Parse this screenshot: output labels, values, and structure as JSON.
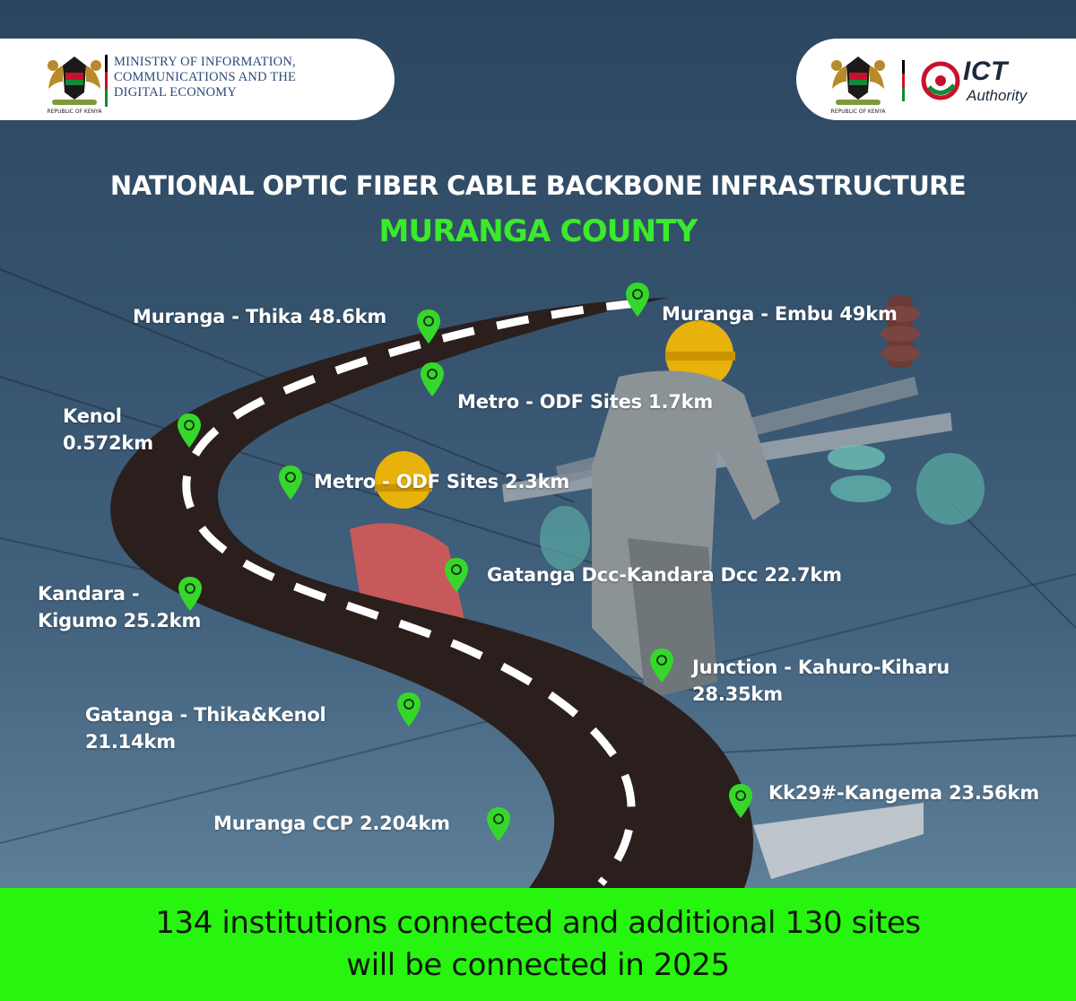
{
  "header": {
    "left": {
      "crest_caption": "REPUBLIC OF KENYA",
      "ministry_lines": [
        "MINISTRY OF INFORMATION,",
        "COMMUNICATIONS AND THE",
        "DIGITAL ECONOMY"
      ]
    },
    "right": {
      "crest_caption": "REPUBLIC OF KENYA",
      "logo_name": "ICT",
      "logo_sub": "Authority"
    }
  },
  "title": "NATIONAL OPTIC FIBER CABLE BACKBONE INFRASTRUCTURE",
  "subtitle": "MURANGA COUNTY",
  "routes": [
    {
      "lines": [
        "Muranga - Thika 48.6km"
      ]
    },
    {
      "lines": [
        "Muranga - Embu 49km"
      ]
    },
    {
      "lines": [
        "Metro - ODF Sites 1.7km"
      ]
    },
    {
      "lines": [
        "Kenol",
        "0.572km"
      ]
    },
    {
      "lines": [
        "Metro - ODF Sites 2.3km"
      ]
    },
    {
      "lines": [
        "Gatanga Dcc-Kandara Dcc 22.7km"
      ]
    },
    {
      "lines": [
        "Kandara -",
        "Kigumo 25.2km"
      ]
    },
    {
      "lines": [
        "Junction - Kahuro-Kiharu",
        "28.35km"
      ]
    },
    {
      "lines": [
        "Gatanga - Thika&Kenol",
        "21.14km"
      ]
    },
    {
      "lines": [
        "Kk29#-Kangema 23.56km"
      ]
    },
    {
      "lines": [
        "Muranga CCP 2.204km"
      ]
    }
  ],
  "footer": {
    "line1": "134 institutions connected and additional 130 sites",
    "line2": "will be connected in 2025"
  },
  "colors": {
    "accent_green": "#3bea2a",
    "footer_bg": "#28f50f",
    "road": "#2a1f1c",
    "pin": "#35d82a",
    "sky": "#35526d"
  }
}
